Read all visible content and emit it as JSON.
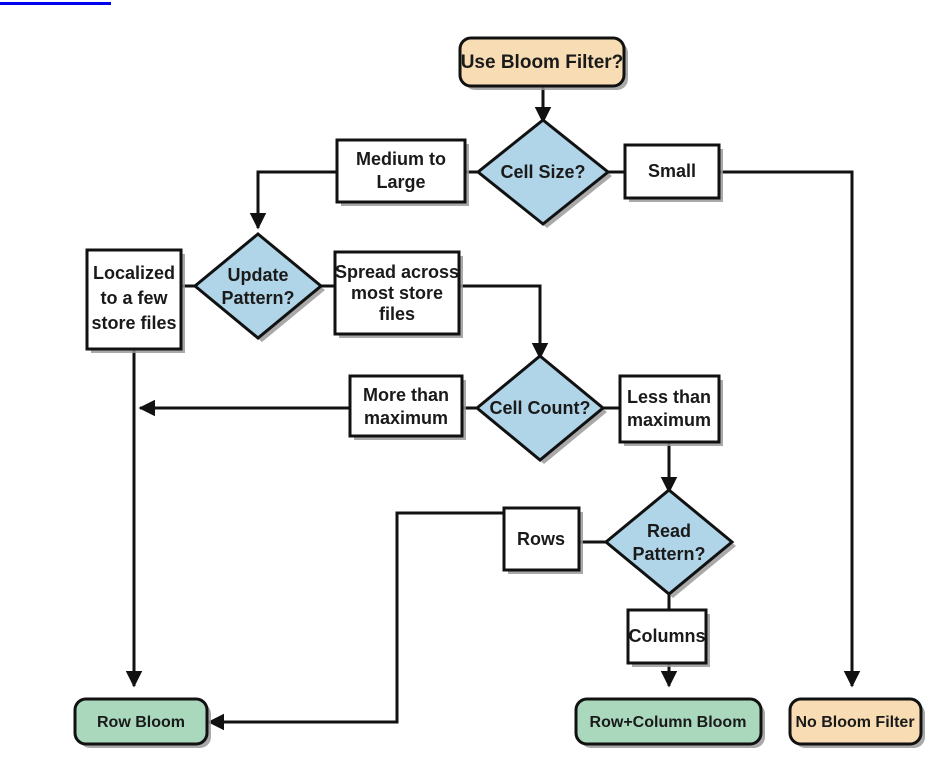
{
  "page": {
    "title": "Bloom Filter decision flowchart",
    "background": "#ffffff",
    "link_rule_color": "#0000ee"
  },
  "palette": {
    "terminator_fill": "#f7dcb4",
    "result_fill": "#a9d8bd",
    "decision_fill": "#b0d4e8",
    "process_fill": "#ffffff",
    "stroke": "#111111",
    "text": "#1a1a1a",
    "shadow": "#9a9a9a"
  },
  "nodes": {
    "start": {
      "label": "Use Bloom Filter?",
      "kind": "terminator"
    },
    "cell_size": {
      "label_line1": "Cell Size?",
      "kind": "decision"
    },
    "medium_to_large": {
      "label_line1": "Medium to",
      "label_line2": "Large",
      "kind": "process"
    },
    "small": {
      "label_line1": "Small",
      "kind": "process"
    },
    "update_pattern": {
      "label_line1": "Update",
      "label_line2": "Pattern?",
      "kind": "decision"
    },
    "localized": {
      "label_line1": "Localized",
      "label_line2": "to a few",
      "label_line3": "store files",
      "kind": "process"
    },
    "spread": {
      "label_line1": "Spread across",
      "label_line2": "most store",
      "label_line3": "files",
      "kind": "process"
    },
    "cell_count": {
      "label_line1": "Cell Count?",
      "kind": "decision"
    },
    "more_than_max": {
      "label_line1": "More than",
      "label_line2": "maximum",
      "kind": "process"
    },
    "less_than_max": {
      "label_line1": "Less than",
      "label_line2": "maximum",
      "kind": "process"
    },
    "read_pattern": {
      "label_line1": "Read",
      "label_line2": "Pattern?",
      "kind": "decision"
    },
    "rows": {
      "label_line1": "Rows",
      "kind": "process"
    },
    "columns": {
      "label_line1": "Columns",
      "kind": "process"
    },
    "row_bloom": {
      "label": "Row Bloom",
      "kind": "result"
    },
    "row_column_bloom": {
      "label": "Row+Column Bloom",
      "kind": "result"
    },
    "no_bloom_filter": {
      "label": "No Bloom Filter",
      "kind": "terminator"
    }
  },
  "chart_data": {
    "type": "diagram",
    "title": "Use Bloom Filter?",
    "diagram_kind": "flowchart",
    "decisions": [
      {
        "id": "cell_size",
        "question": "Cell Size?",
        "branches": [
          "Medium to Large",
          "Small"
        ]
      },
      {
        "id": "update_pattern",
        "question": "Update Pattern?",
        "branches": [
          "Localized to a few store files",
          "Spread across most store files"
        ]
      },
      {
        "id": "cell_count",
        "question": "Cell Count?",
        "branches": [
          "More than maximum",
          "Less than maximum"
        ]
      },
      {
        "id": "read_pattern",
        "question": "Read Pattern?",
        "branches": [
          "Rows",
          "Columns"
        ]
      }
    ],
    "outcomes": [
      "Row Bloom",
      "Row+Column Bloom",
      "No Bloom Filter"
    ],
    "edges": [
      {
        "from": "Use Bloom Filter?",
        "to": "Cell Size?",
        "label": ""
      },
      {
        "from": "Cell Size?",
        "to": "Medium to Large",
        "label": "Medium to Large"
      },
      {
        "from": "Cell Size?",
        "to": "Small",
        "label": "Small"
      },
      {
        "from": "Medium to Large",
        "to": "Update Pattern?",
        "label": ""
      },
      {
        "from": "Small",
        "to": "No Bloom Filter",
        "label": ""
      },
      {
        "from": "Update Pattern?",
        "to": "Localized to a few store files",
        "label": ""
      },
      {
        "from": "Update Pattern?",
        "to": "Spread across most store files",
        "label": ""
      },
      {
        "from": "Localized to a few store files",
        "to": "Row Bloom",
        "label": ""
      },
      {
        "from": "Spread across most store files",
        "to": "Cell Count?",
        "label": ""
      },
      {
        "from": "Cell Count?",
        "to": "More than maximum",
        "label": ""
      },
      {
        "from": "More than maximum",
        "to": "Row Bloom",
        "label": ""
      },
      {
        "from": "Cell Count?",
        "to": "Less than maximum",
        "label": ""
      },
      {
        "from": "Less than maximum",
        "to": "Read Pattern?",
        "label": ""
      },
      {
        "from": "Read Pattern?",
        "to": "Rows",
        "label": ""
      },
      {
        "from": "Rows",
        "to": "Row Bloom",
        "label": ""
      },
      {
        "from": "Read Pattern?",
        "to": "Columns",
        "label": ""
      },
      {
        "from": "Columns",
        "to": "Row+Column Bloom",
        "label": ""
      }
    ]
  }
}
